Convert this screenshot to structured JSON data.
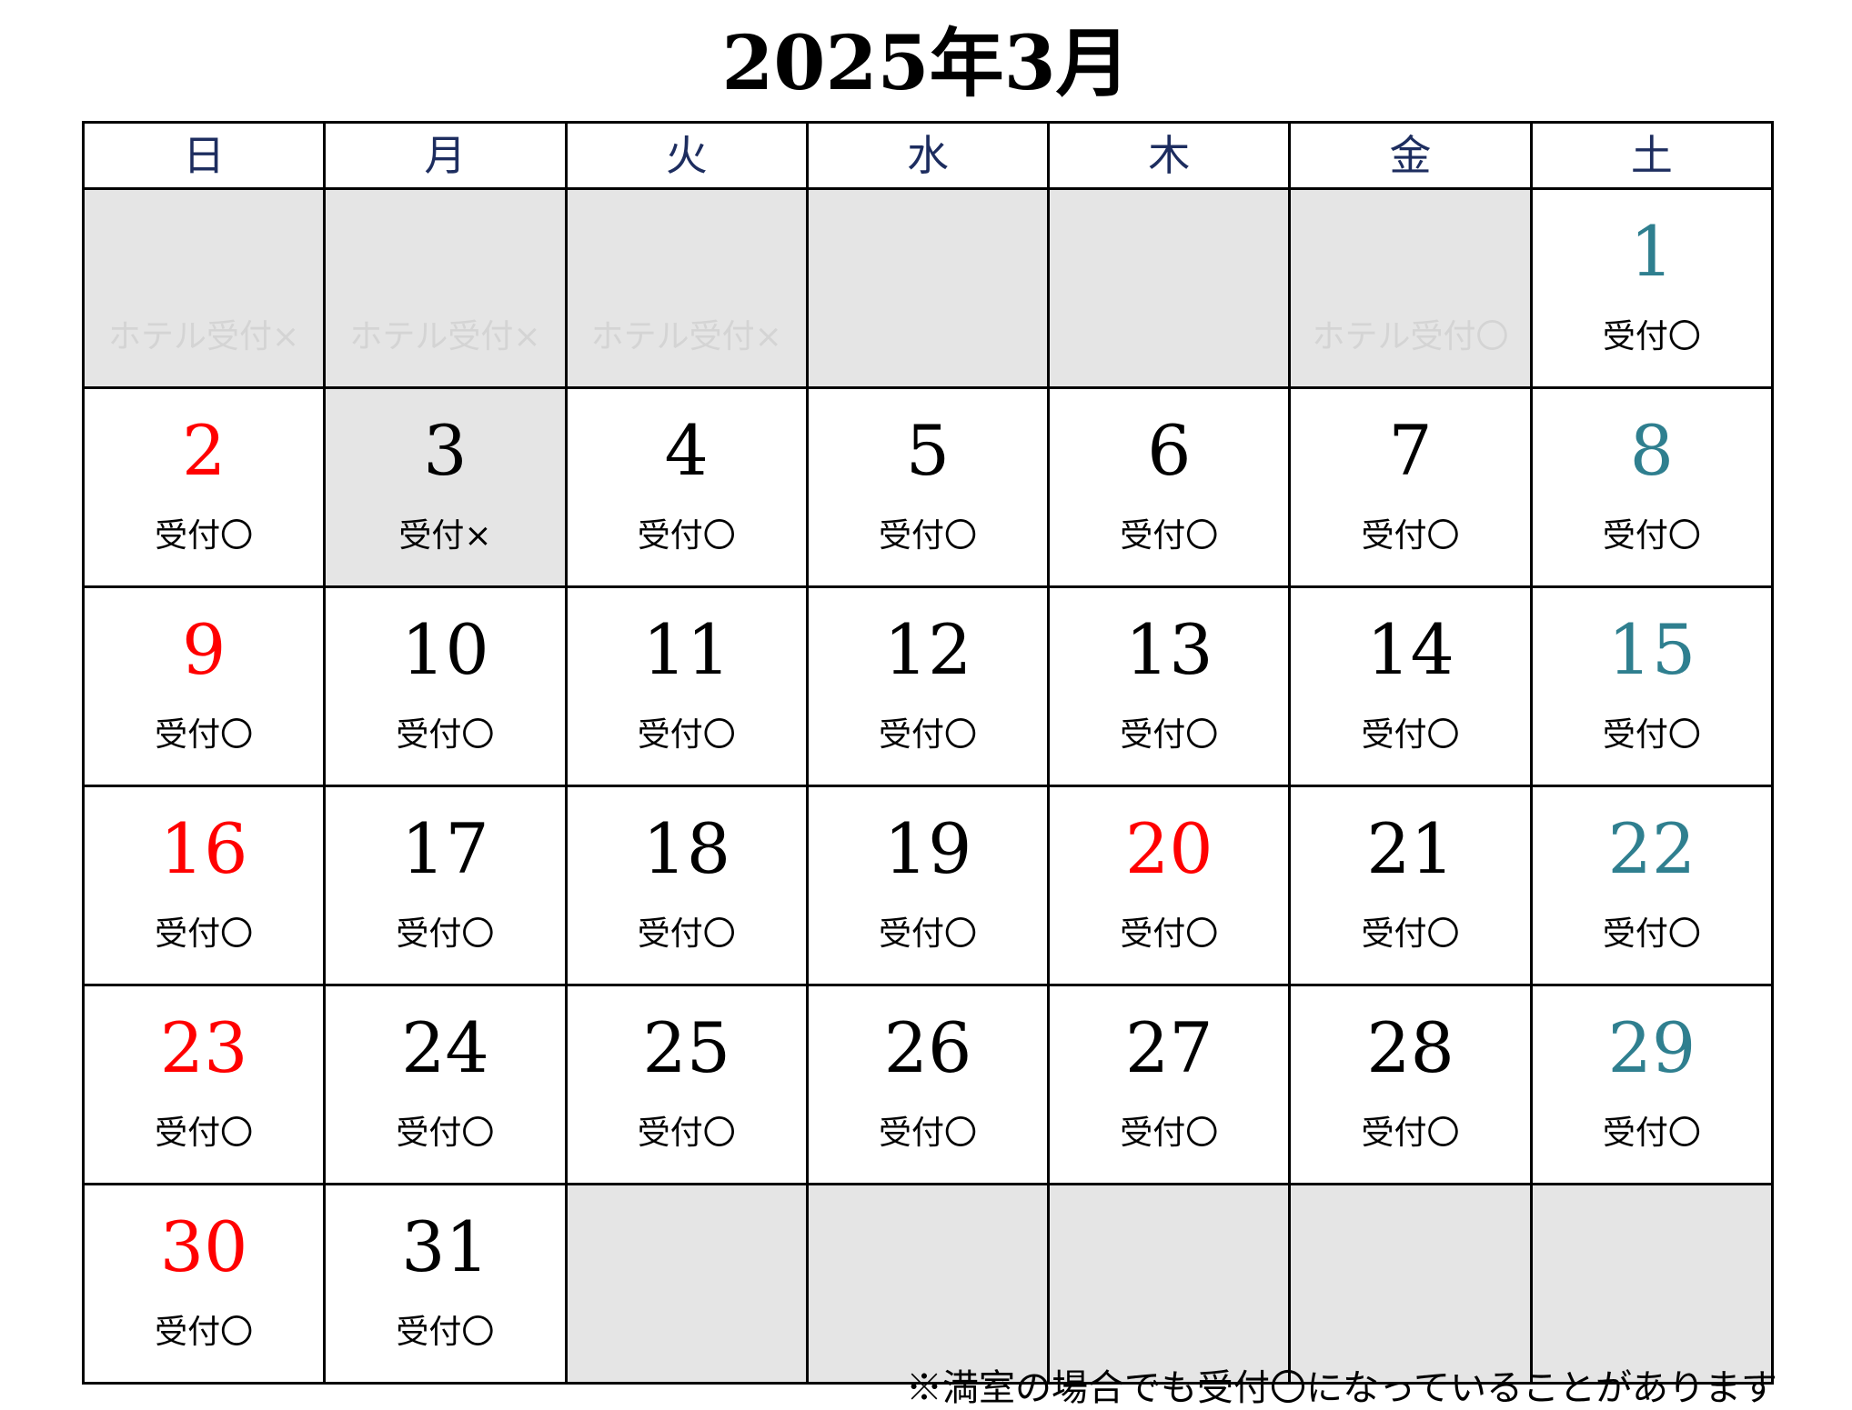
{
  "title": "2025年3月",
  "weekdays": [
    "日",
    "月",
    "火",
    "水",
    "木",
    "金",
    "土"
  ],
  "colors": {
    "header_text": "#1d2d5f",
    "sunday": "#ff0000",
    "saturday": "#2f7f8f",
    "holiday": "#ff0000",
    "closed_background": "#e5e5e5"
  },
  "ghost_labels": {
    "sun": "ホテル受付×",
    "mon": "ホテル受付×",
    "tue": "ホテル受付×",
    "fri": "ホテル受付〇"
  },
  "days": {
    "d1": {
      "number": "1",
      "status": "受付〇"
    },
    "d2": {
      "number": "2",
      "status": "受付〇"
    },
    "d3": {
      "number": "3",
      "status": "受付×"
    },
    "d4": {
      "number": "4",
      "status": "受付〇"
    },
    "d5": {
      "number": "5",
      "status": "受付〇"
    },
    "d6": {
      "number": "6",
      "status": "受付〇"
    },
    "d7": {
      "number": "7",
      "status": "受付〇"
    },
    "d8": {
      "number": "8",
      "status": "受付〇"
    },
    "d9": {
      "number": "9",
      "status": "受付〇"
    },
    "d10": {
      "number": "10",
      "status": "受付〇"
    },
    "d11": {
      "number": "11",
      "status": "受付〇"
    },
    "d12": {
      "number": "12",
      "status": "受付〇"
    },
    "d13": {
      "number": "13",
      "status": "受付〇"
    },
    "d14": {
      "number": "14",
      "status": "受付〇"
    },
    "d15": {
      "number": "15",
      "status": "受付〇"
    },
    "d16": {
      "number": "16",
      "status": "受付〇"
    },
    "d17": {
      "number": "17",
      "status": "受付〇"
    },
    "d18": {
      "number": "18",
      "status": "受付〇"
    },
    "d19": {
      "number": "19",
      "status": "受付〇"
    },
    "d20": {
      "number": "20",
      "status": "受付〇"
    },
    "d21": {
      "number": "21",
      "status": "受付〇"
    },
    "d22": {
      "number": "22",
      "status": "受付〇"
    },
    "d23": {
      "number": "23",
      "status": "受付〇"
    },
    "d24": {
      "number": "24",
      "status": "受付〇"
    },
    "d25": {
      "number": "25",
      "status": "受付〇"
    },
    "d26": {
      "number": "26",
      "status": "受付〇"
    },
    "d27": {
      "number": "27",
      "status": "受付〇"
    },
    "d28": {
      "number": "28",
      "status": "受付〇"
    },
    "d29": {
      "number": "29",
      "status": "受付〇"
    },
    "d30": {
      "number": "30",
      "status": "受付〇"
    },
    "d31": {
      "number": "31",
      "status": "受付〇"
    }
  },
  "footnote": "※満室の場合でも受付〇になっていることがあります"
}
